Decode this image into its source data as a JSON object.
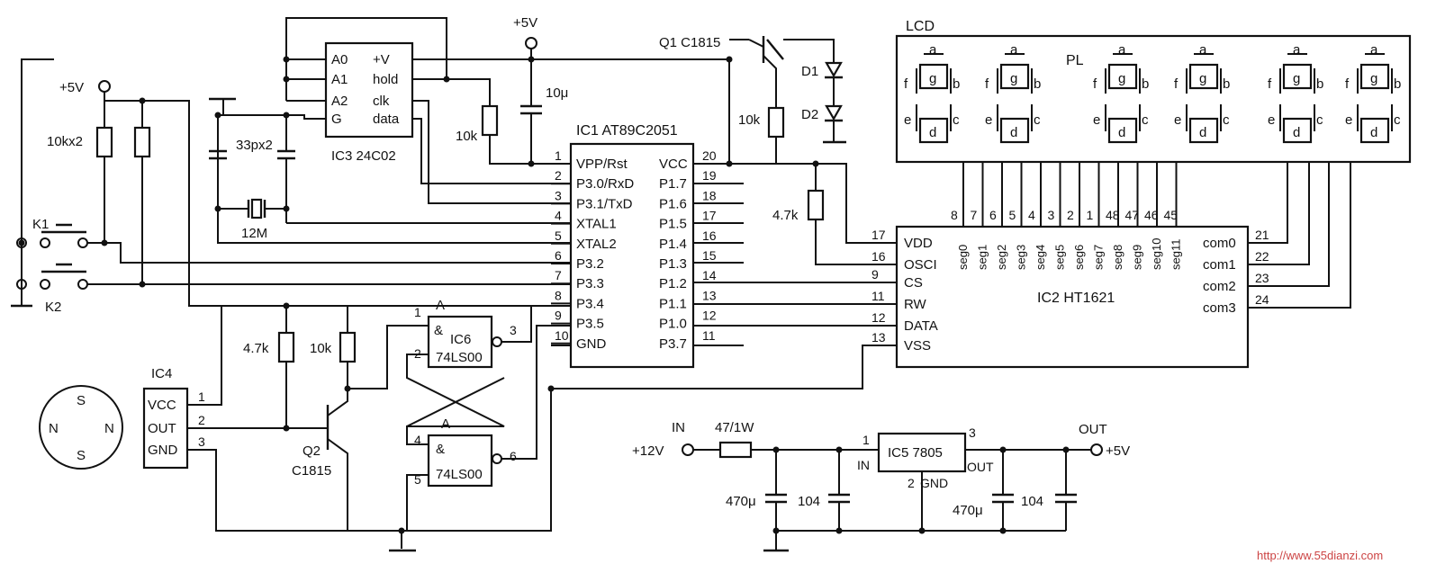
{
  "ic1": {
    "name": "IC1  AT89C2051",
    "left_pins": [
      {
        "num": "1",
        "label": "VPP/Rst"
      },
      {
        "num": "2",
        "label": "P3.0/RxD"
      },
      {
        "num": "3",
        "label": "P3.1/TxD"
      },
      {
        "num": "4",
        "label": "XTAL1"
      },
      {
        "num": "5",
        "label": "XTAL2"
      },
      {
        "num": "6",
        "label": "P3.2"
      },
      {
        "num": "7",
        "label": "P3.3"
      },
      {
        "num": "8",
        "label": "P3.4"
      },
      {
        "num": "9",
        "label": "P3.5"
      },
      {
        "num": "10",
        "label": "GND"
      }
    ],
    "right_pins": [
      {
        "num": "20",
        "label": "VCC"
      },
      {
        "num": "19",
        "label": "P1.7"
      },
      {
        "num": "18",
        "label": "P1.6"
      },
      {
        "num": "17",
        "label": "P1.5"
      },
      {
        "num": "16",
        "label": "P1.4"
      },
      {
        "num": "15",
        "label": "P1.3"
      },
      {
        "num": "14",
        "label": "P1.2"
      },
      {
        "num": "13",
        "label": "P1.1"
      },
      {
        "num": "12",
        "label": "P1.0"
      },
      {
        "num": "11",
        "label": "P3.7"
      }
    ]
  },
  "ic2": {
    "name": "IC2  HT1621",
    "left_pins": [
      {
        "num": "17",
        "label": "VDD"
      },
      {
        "num": "16",
        "label": "OSCI"
      },
      {
        "num": "9",
        "label": "CS"
      },
      {
        "num": "11",
        "label": "RW"
      },
      {
        "num": "12",
        "label": "DATA"
      },
      {
        "num": "13",
        "label": "VSS"
      }
    ],
    "com_pins": [
      {
        "num": "21",
        "label": "com0"
      },
      {
        "num": "22",
        "label": "com1"
      },
      {
        "num": "23",
        "label": "com2"
      },
      {
        "num": "24",
        "label": "com3"
      }
    ],
    "top_pin_nums": [
      "8",
      "7",
      "6",
      "5",
      "4",
      "3",
      "2",
      "1",
      "48",
      "47",
      "46",
      "45"
    ],
    "seg_labels": [
      "seg0",
      "seg1",
      "seg2",
      "seg3",
      "seg4",
      "seg5",
      "seg6",
      "seg7",
      "seg8",
      "seg9",
      "seg10",
      "seg11"
    ]
  },
  "ic3": {
    "name": "IC3  24C02",
    "left": [
      "A0",
      "A1",
      "A2",
      "G"
    ],
    "right": [
      "+V",
      "hold",
      "clk",
      "data"
    ]
  },
  "ic4": {
    "name": "IC4",
    "pins": [
      "VCC",
      "OUT",
      "GND"
    ],
    "nums": [
      "1",
      "2",
      "3"
    ]
  },
  "ic5": {
    "name": "IC5  7805",
    "in_num": "1",
    "in_label": "IN",
    "out_num": "3",
    "out_label": "OUT",
    "gnd_num": "2",
    "gnd_label": "GND"
  },
  "ic6": {
    "gate_a": "A",
    "amp": "&",
    "name_top": "IC6",
    "chip": "74LS00",
    "pins_top": [
      "1",
      "2",
      "3"
    ],
    "pins_bot": [
      "4",
      "5",
      "6"
    ]
  },
  "lcd": {
    "title": "LCD",
    "pl": "PL",
    "seg_top": "a",
    "seg_mid": "g",
    "seg_bot": "d",
    "seg_f": "f",
    "seg_b": "b",
    "seg_e": "e",
    "seg_c": "c"
  },
  "labels": {
    "vcc_top": "+5V",
    "vcc_left": "+5V",
    "r_pullup": "10kx2",
    "k1": "K1",
    "k2": "K2",
    "cap_xtal": "33px2",
    "xtal": "12M",
    "cap_rst": "10μ",
    "r_rst": "10k",
    "q1": "Q1  C1815",
    "r_q1": "10k",
    "d1": "D1",
    "d2": "D2",
    "r_osc": "4.7k",
    "r_hall": "4.7k",
    "r_q2c": "10k",
    "q2": "Q2",
    "q2_type": "C1815",
    "hall_n1": "N",
    "hall_n2": "N",
    "hall_s1": "S",
    "hall_s2": "S",
    "in_lbl": "IN",
    "in_v": "+12V",
    "r_in": "47/1W",
    "c_in1": "470μ",
    "c_in2": "104",
    "c_out1": "470μ",
    "c_out2": "104",
    "out_lbl": "OUT",
    "out_v": "+5V",
    "watermark": "http://www.55dianzi.com"
  }
}
